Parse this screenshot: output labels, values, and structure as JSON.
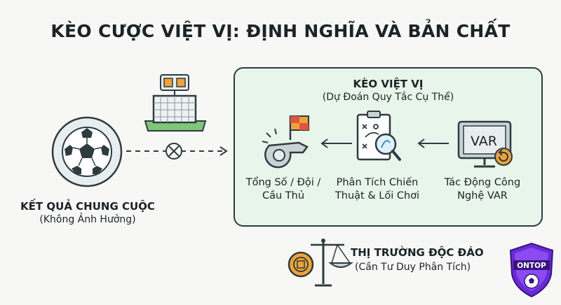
{
  "title": "KÈO CƯỢC VIỆT VỊ: ĐỊNH NGHĨA VÀ BẢN CHẤT",
  "left": {
    "label": "KẾT QUẢ CHUNG CUỘC",
    "sublabel": "(Không Ảnh Hưởng)"
  },
  "panel": {
    "title": "KÈO VIỆT VỊ",
    "subtitle": "(Dự Đoán Quy Tắc Cụ Thể)",
    "items": [
      {
        "icon": "whistle-flag-icon",
        "line1": "Tổng Số / Đội /",
        "line2": "Cầu Thủ"
      },
      {
        "icon": "tactics-board-icon",
        "line1": "Phân Tích Chiến",
        "line2": "Thuật & Lối Chơi"
      },
      {
        "icon": "var-monitor-icon",
        "line1": "Tác Động Công",
        "line2": "Nghệ VAR"
      }
    ],
    "var_text": "VAR"
  },
  "market": {
    "label": "THỊ TRƯỜNG ĐỘC ĐÁO",
    "sublabel": "(Cần Tư Duy Phân Tích)"
  },
  "logo": {
    "text": "ONTOP"
  },
  "colors": {
    "panel_bg": "#e8f5ea",
    "outline": "#2e3b3f",
    "accent_orange": "#f0a23a",
    "accent_blue": "#3f8fc4",
    "grass": "#7ec77a",
    "logo_purple": "#6a2bd6"
  }
}
